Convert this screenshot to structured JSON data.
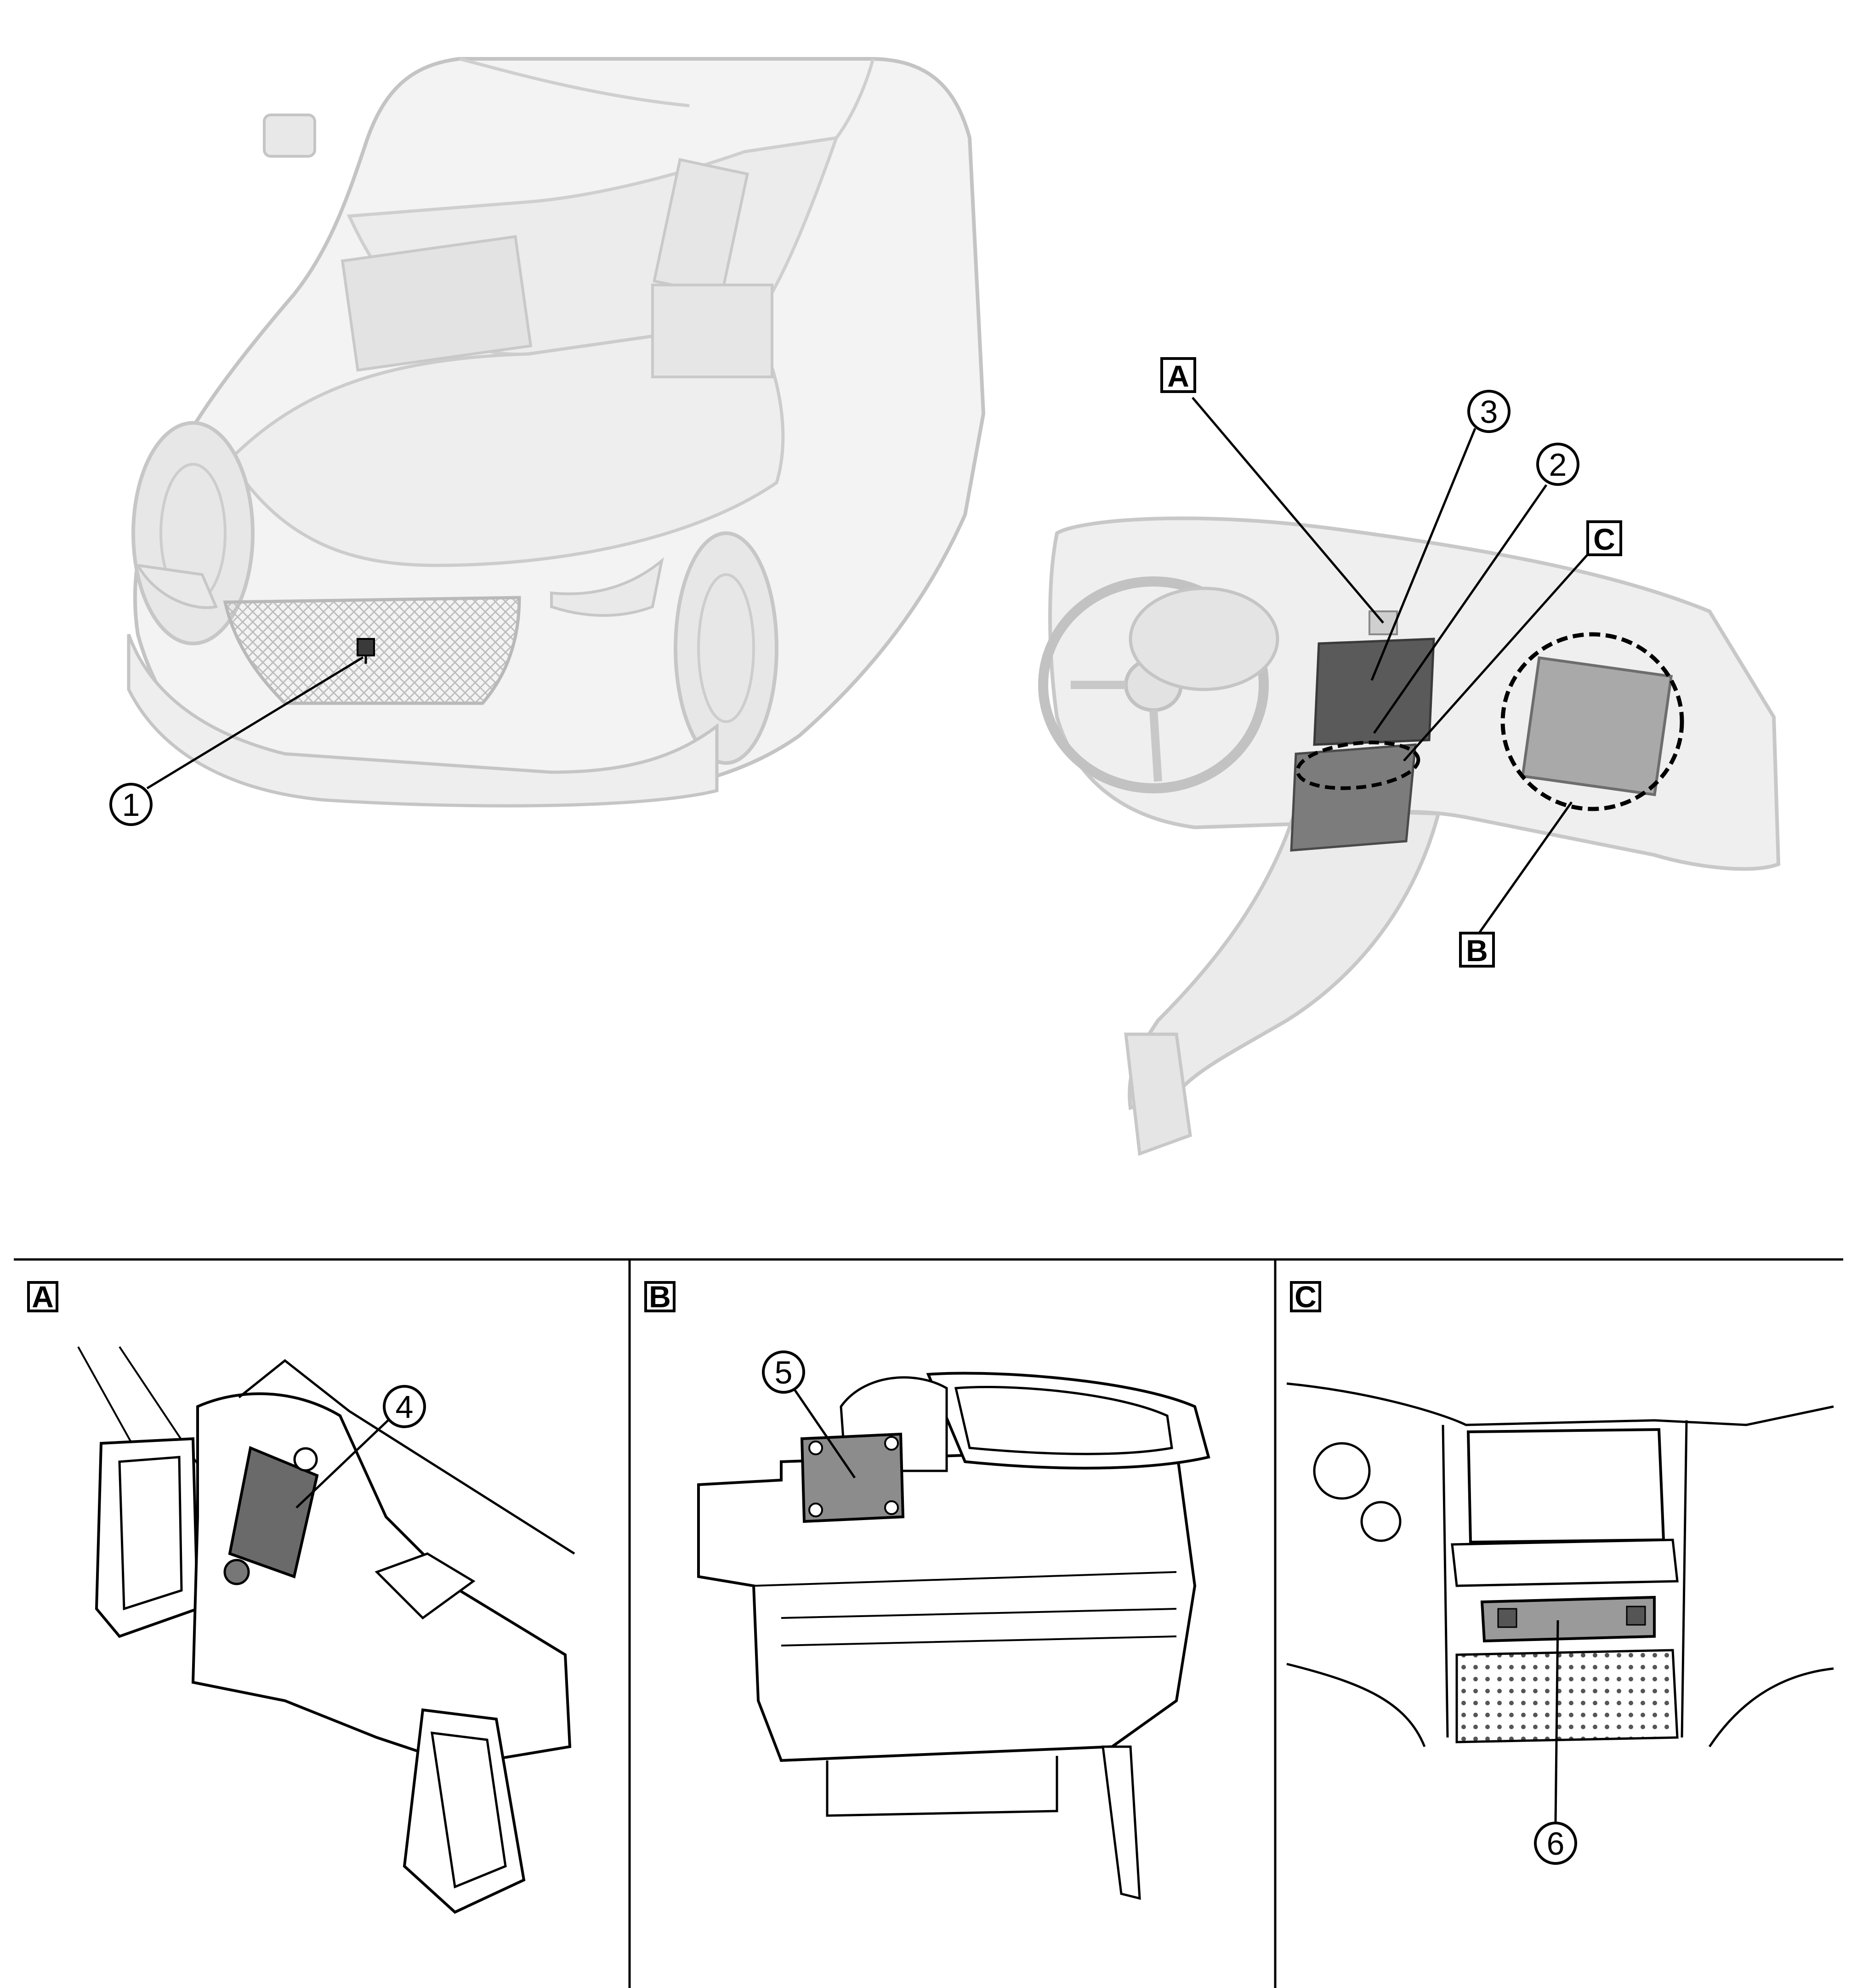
{
  "callouts": {
    "c1": "1",
    "c2": "2",
    "c3": "3",
    "c4": "4",
    "c5": "5",
    "c6": "6"
  },
  "view_labels": {
    "A": "A",
    "B": "B",
    "C": "C"
  },
  "panels": [
    {
      "id": "A",
      "label": "A",
      "callout": "4"
    },
    {
      "id": "B",
      "label": "B",
      "callout": "5"
    },
    {
      "id": "C",
      "label": "C",
      "callout": "6"
    }
  ],
  "colors": {
    "line": "#000000",
    "ghost": "#c9c9c9",
    "ghost_fill": "#ececec",
    "component_fill": "#5a5a5a",
    "component_light": "#9a9a9a"
  }
}
